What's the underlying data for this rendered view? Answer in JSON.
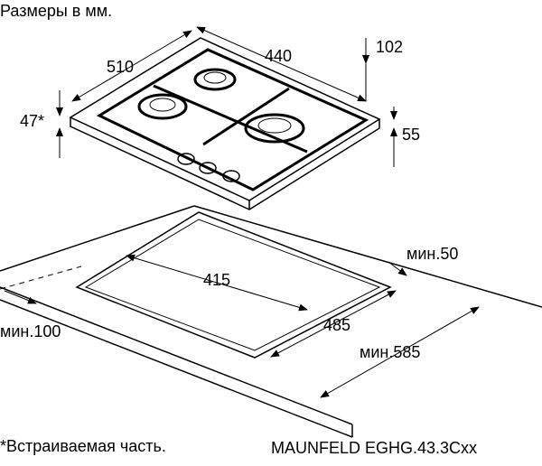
{
  "title": "Размеры в мм.",
  "hob_dimensions": {
    "depth": "510",
    "width": "440",
    "total_height": "102",
    "built_in_height": "47*",
    "height_above": "55"
  },
  "cutout_dimensions": {
    "cutout_width": "415",
    "cutout_depth": "485",
    "min_back": "мин.50",
    "min_side": "мин.100",
    "min_worktop_depth": "мин.585"
  },
  "footnote": "*Встраиваемая часть.",
  "model": "MAUNFELD EGHG.43.3Cxx"
}
